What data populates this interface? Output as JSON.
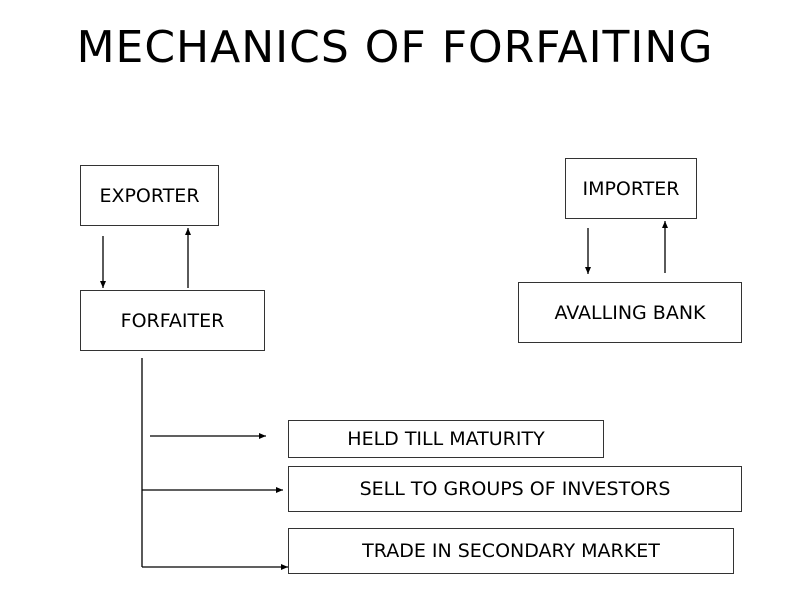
{
  "title": "MECHANICS OF FORFAITING",
  "nodes": {
    "exporter": "EXPORTER",
    "forfaiter": "FORFAITER",
    "importer": "IMPORTER",
    "avalling_bank": "AVALLING BANK",
    "held": "HELD TILL MATURITY",
    "sell": "SELL TO GROUPS OF INVESTORS",
    "trade": "TRADE IN SECONDARY MARKET"
  }
}
